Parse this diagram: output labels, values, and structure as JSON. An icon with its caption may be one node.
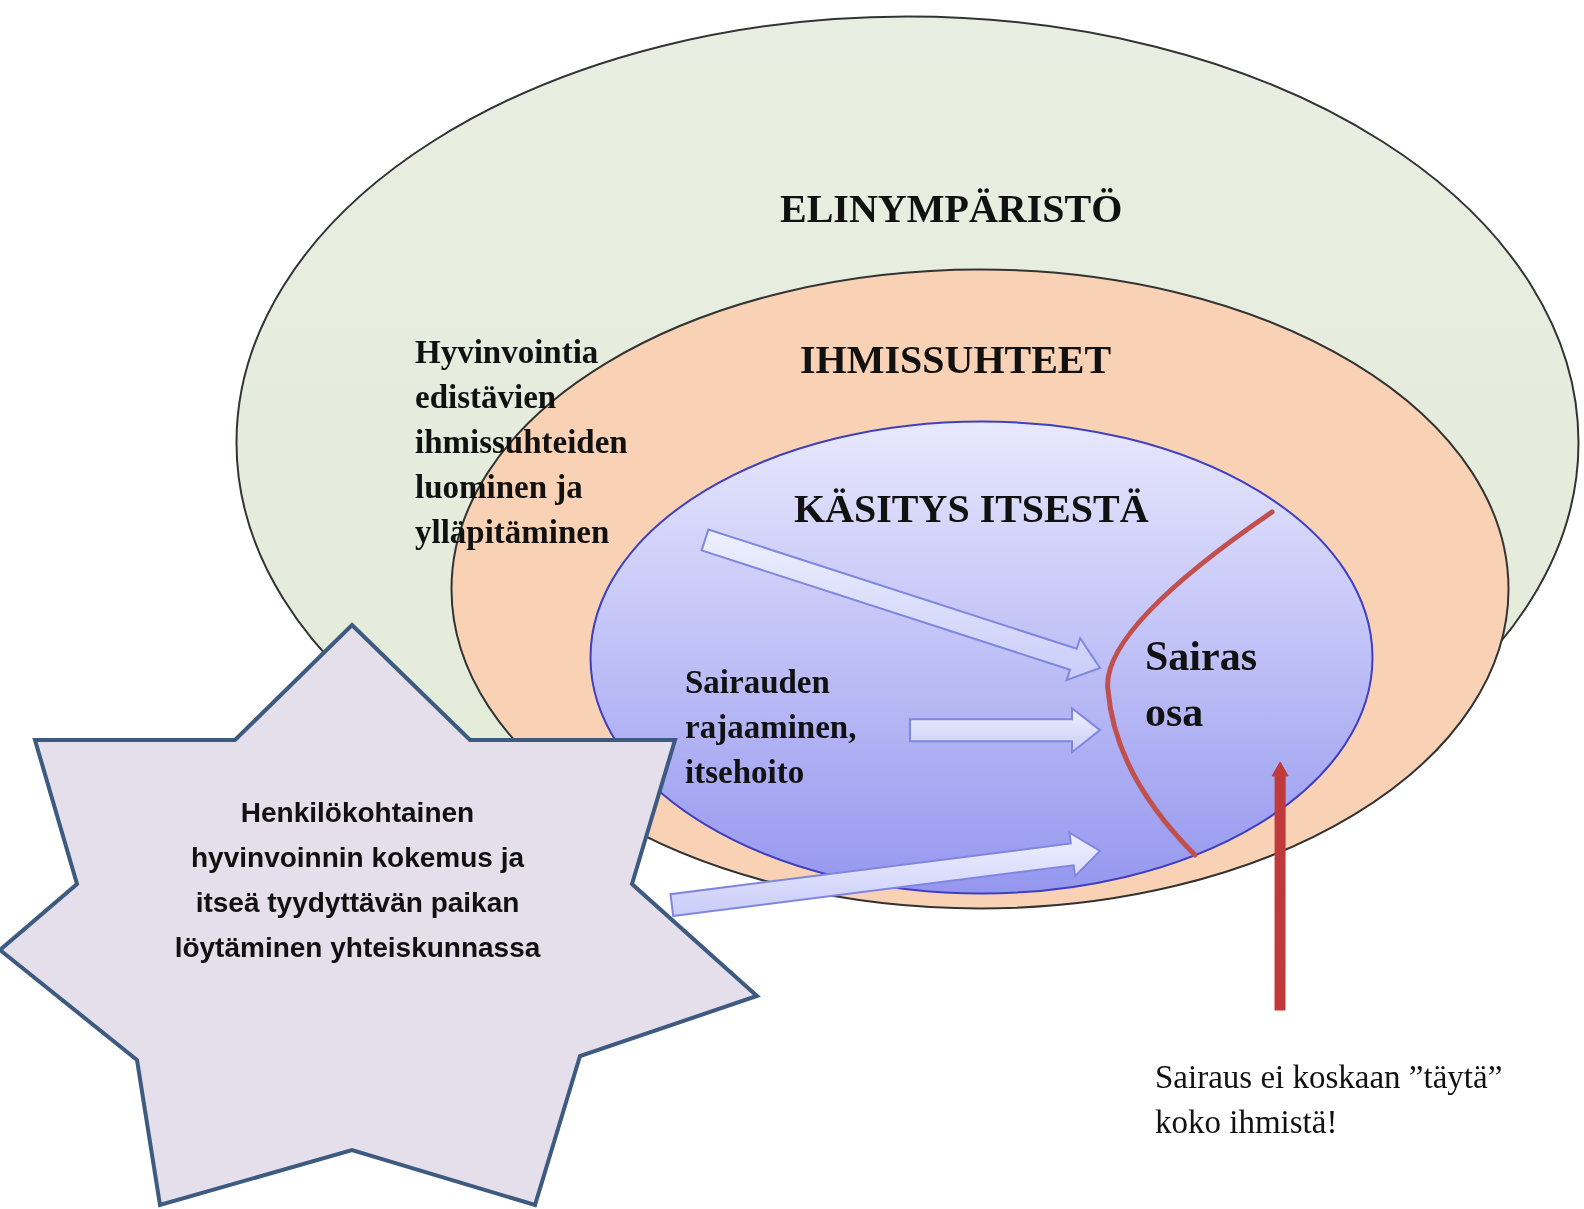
{
  "diagram": {
    "nodes": [
      {
        "text": [
          "ELINYMPÄRISTÖ"
        ]
      },
      {
        "text": [
          "IHMISSUHTEET"
        ]
      },
      {
        "text": [
          "KÄSITYS ITSESTÄ"
        ],
        "in": 1
      },
      {
        "text": [
          "Sairas osa"
        ],
        "in": 2
      },
      {
        "text": [
          "Hyvinvointia edistävien ihmissuhteiden luominen ja ylläpitäminen"
        ],
        "in": 0
      },
      {
        "text": [
          "Sairauden rajaaminen, itsehoito"
        ],
        "in": 2
      },
      {
        "text": [
          "Henkilökohtainen hyvinvoinnin kokemus ja itseä tyydyttävän paikan löytäminen yhteiskunnassa"
        ]
      }
    ],
    "edges": [
      {
        "from": 4,
        "to": 3,
        "arrow": "to"
      },
      {
        "from": 5,
        "to": 3,
        "arrow": "to"
      },
      {
        "from": 6,
        "to": 3,
        "arrow": "to"
      },
      {
        "from": null,
        "to": 3,
        "arrow": "to",
        "color": "#c0393b"
      }
    ],
    "labels": [
      "Sairaus ei koskaan ”täytä” koko ihmistä!"
    ]
  }
}
